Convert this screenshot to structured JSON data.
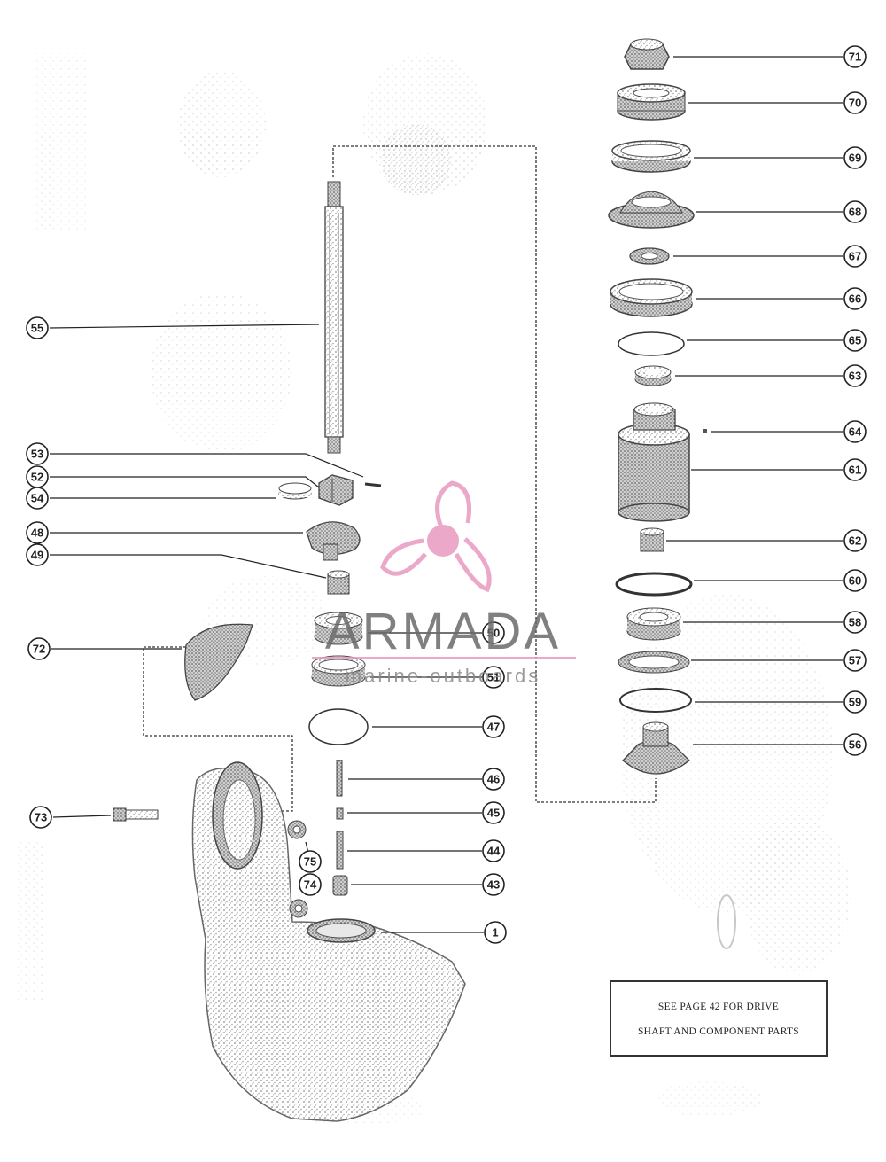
{
  "callouts": [
    {
      "label": "71"
    },
    {
      "label": "70"
    },
    {
      "label": "69"
    },
    {
      "label": "68"
    },
    {
      "label": "67"
    },
    {
      "label": "66"
    },
    {
      "label": "65"
    },
    {
      "label": "63"
    },
    {
      "label": "64"
    },
    {
      "label": "61"
    },
    {
      "label": "62"
    },
    {
      "label": "60"
    },
    {
      "label": "58"
    },
    {
      "label": "57"
    },
    {
      "label": "59"
    },
    {
      "label": "56"
    },
    {
      "label": "55"
    },
    {
      "label": "53"
    },
    {
      "label": "52"
    },
    {
      "label": "54"
    },
    {
      "label": "48"
    },
    {
      "label": "49"
    },
    {
      "label": "72"
    },
    {
      "label": "50"
    },
    {
      "label": "51"
    },
    {
      "label": "47"
    },
    {
      "label": "46"
    },
    {
      "label": "45"
    },
    {
      "label": "44"
    },
    {
      "label": "43"
    },
    {
      "label": "1"
    },
    {
      "label": "73"
    },
    {
      "label": "75"
    },
    {
      "label": "74"
    }
  ],
  "note": {
    "line1": "SEE PAGE 42 FOR DRIVE",
    "line2": "SHAFT AND COMPONENT PARTS"
  },
  "watermark": {
    "name": "ARMADA",
    "tagline": "marine-outboards",
    "accent_color": "#e89ac0"
  },
  "colors": {
    "ink": "#222222",
    "stipple": "#9a9a9a"
  }
}
